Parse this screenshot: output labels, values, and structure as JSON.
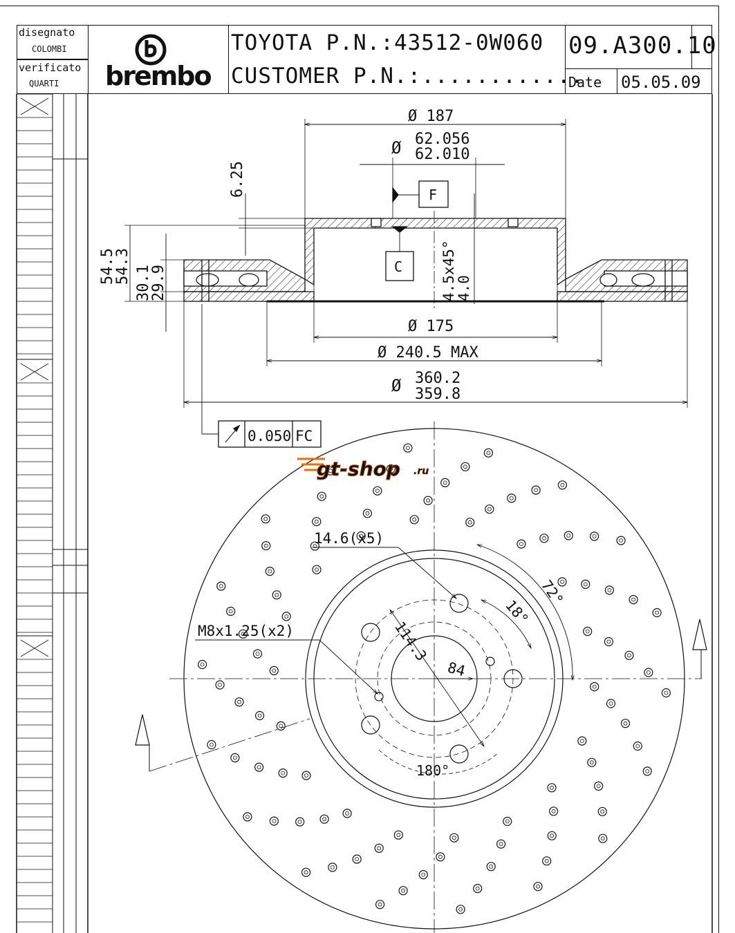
{
  "title_block": {
    "drawn_label": "disegnato",
    "drawn_by": "COLOMBI",
    "checked_label": "verificato",
    "checked_by": "QUARTI",
    "logo_text": "brembo",
    "toyota_pn": "TOYOTA P.N.:43512-0W060",
    "customer_pn": "CUSTOMER P.N.:............",
    "drawing_no": "09.A300.10",
    "date_label": "Date",
    "date_value": "05.05.09"
  },
  "section_view": {
    "dims": {
      "d187": "Ø 187",
      "d62_max": "62.056",
      "d62_min": "62.010",
      "d62_sym": "Ø",
      "h6_25": "6.25",
      "h54_5": "54.5",
      "h54_3": "54.3",
      "h30_1": "30.1",
      "h29_9": "29.9",
      "chamfer_a": "4.5x45°",
      "chamfer_b": "4.0",
      "datum_f": "F",
      "datum_c": "C",
      "d175": "Ø 175",
      "d240": "Ø 240.5 MAX",
      "d360_max": "360.2",
      "d360_min": "359.8",
      "d360_sym": "Ø"
    },
    "runout": {
      "tolerance": "0.050",
      "datums": "FC"
    }
  },
  "plan_view": {
    "holes_label": "14.6(x5)",
    "angle72": "72°",
    "angle18": "18°",
    "pcd": "114.3",
    "center_bore": "84",
    "thread_label": "M8x1.25(x2)",
    "angle180": "180°"
  },
  "watermark": {
    "text": "gt-shop",
    "suffix": ".ru"
  }
}
